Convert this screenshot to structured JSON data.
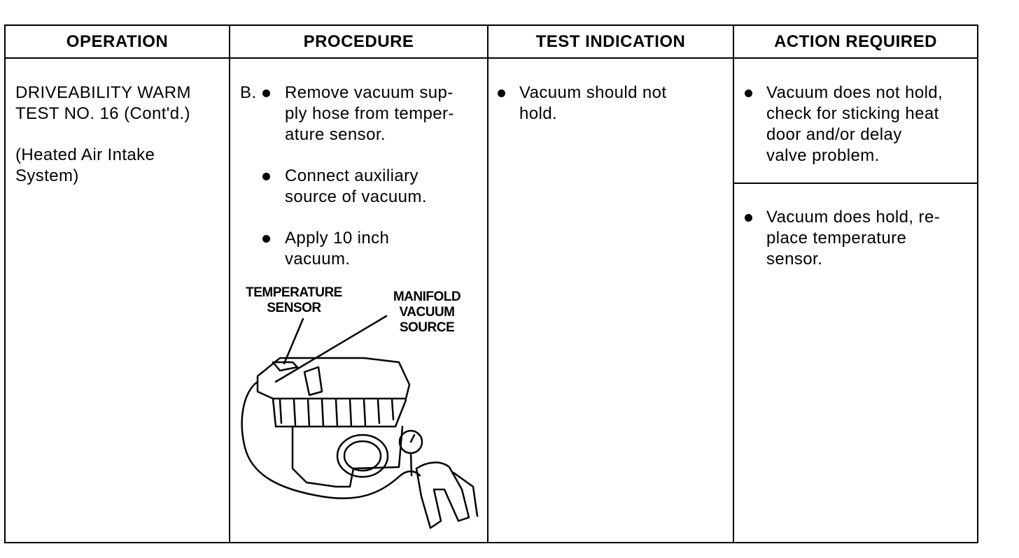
{
  "headers": {
    "operation": "OPERATION",
    "procedure": "PROCEDURE",
    "test_indication": "TEST INDICATION",
    "action_required": "ACTION REQUIRED"
  },
  "operation": {
    "title_line1": "DRIVEABILITY WARM",
    "title_line2": "TEST NO. 16 (Cont'd.)",
    "subtitle_line1": "(Heated Air Intake",
    "subtitle_line2": "System)"
  },
  "procedure": {
    "step_label": "B.",
    "steps": [
      {
        "lines": [
          "Remove vacuum sup-",
          "ply hose from temper-",
          "ature sensor."
        ]
      },
      {
        "lines": [
          "Connect auxiliary",
          "source of vacuum."
        ]
      },
      {
        "lines": [
          "Apply 10 inch",
          "vacuum."
        ]
      }
    ],
    "figure": {
      "label_left_line1": "TEMPERATURE",
      "label_left_line2": "SENSOR",
      "label_right_line1": "MANIFOLD",
      "label_right_line2": "VACUUM",
      "label_right_line3": "SOURCE"
    }
  },
  "test_indication": {
    "lines": [
      "Vacuum should not",
      "hold."
    ]
  },
  "actions": [
    {
      "lines": [
        "Vacuum does not hold,",
        "check for sticking heat",
        "door and/or delay",
        "valve problem."
      ]
    },
    {
      "lines": [
        "Vacuum does hold, re-",
        "place temperature",
        "sensor."
      ]
    }
  ]
}
